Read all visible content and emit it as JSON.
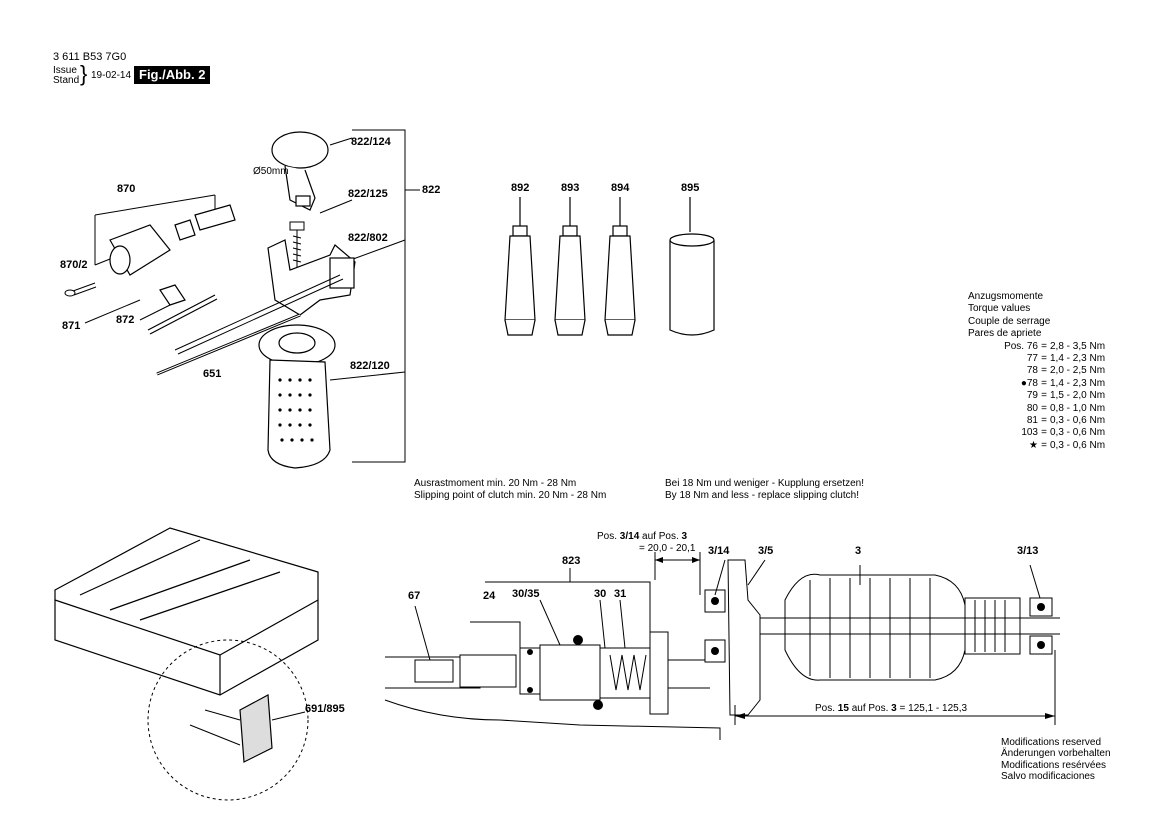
{
  "header": {
    "code": "3 611 B53 7G0",
    "issue": "Issue",
    "stand": "Stand",
    "date": "19-02-14",
    "fig": "Fig./Abb. 2"
  },
  "labels": {
    "p822_124": "822/124",
    "p822_125": "822/125",
    "p822": "822",
    "p822_802": "822/802",
    "p822_120": "822/120",
    "dia50": "Ø50mm",
    "p870": "870",
    "p870_2": "870/2",
    "p871": "871",
    "p872": "872",
    "p651": "651",
    "p892": "892",
    "p893": "893",
    "p894": "894",
    "p895": "895",
    "p691_895": "691/895",
    "p823": "823",
    "p67": "67",
    "p24": "24",
    "p30_35": "30/35",
    "p30": "30",
    "p31": "31",
    "p3_14": "3/14",
    "p3_5": "3/5",
    "p3": "3",
    "p3_13": "3/13"
  },
  "torque": {
    "title": [
      "Anzugsmomente",
      "Torque values",
      "Couple de serrage",
      "Pares de apriete"
    ],
    "rows": [
      {
        "pos": "Pos. 76",
        "val": "2,8 - 3,5 Nm"
      },
      {
        "pos": "77",
        "val": "1,4 - 2,3 Nm"
      },
      {
        "pos": "78",
        "val": "2,0 - 2,5 Nm"
      },
      {
        "pos": "●78",
        "val": "1,4 - 2,3 Nm"
      },
      {
        "pos": "79",
        "val": "1,5 - 2,0 Nm"
      },
      {
        "pos": "80",
        "val": "0,8 - 1,0 Nm"
      },
      {
        "pos": "81",
        "val": "0,3 - 0,6 Nm"
      },
      {
        "pos": "103",
        "val": "0,3 - 0,6 Nm"
      },
      {
        "pos": "★",
        "val": "0,3 - 0,6 Nm"
      }
    ]
  },
  "clutch": {
    "de1": "Ausrastmoment min. 20 Nm - 28 Nm",
    "en1": "Slipping point of clutch min. 20 Nm - 28 Nm",
    "de2": "Bei 18 Nm und weniger - Kupplung ersetzen!",
    "en2": "By 18 Nm and less - replace slipping clutch!"
  },
  "dims": {
    "pos314_a": "Pos. ",
    "pos314_b": "3/14",
    "pos314_c": " auf Pos. ",
    "pos314_d": "3",
    "pos314_val": "= 20,0 - 20,1",
    "pos15_a": "Pos. ",
    "pos15_b": "15",
    "pos15_c": " auf Pos. ",
    "pos15_d": "3",
    "pos15_val": " = 125,1 - 125,3"
  },
  "mods": [
    "Modifications reserved",
    "Änderungen vorbehalten",
    "Modifications resérvées",
    "Salvo modificaciones"
  ]
}
